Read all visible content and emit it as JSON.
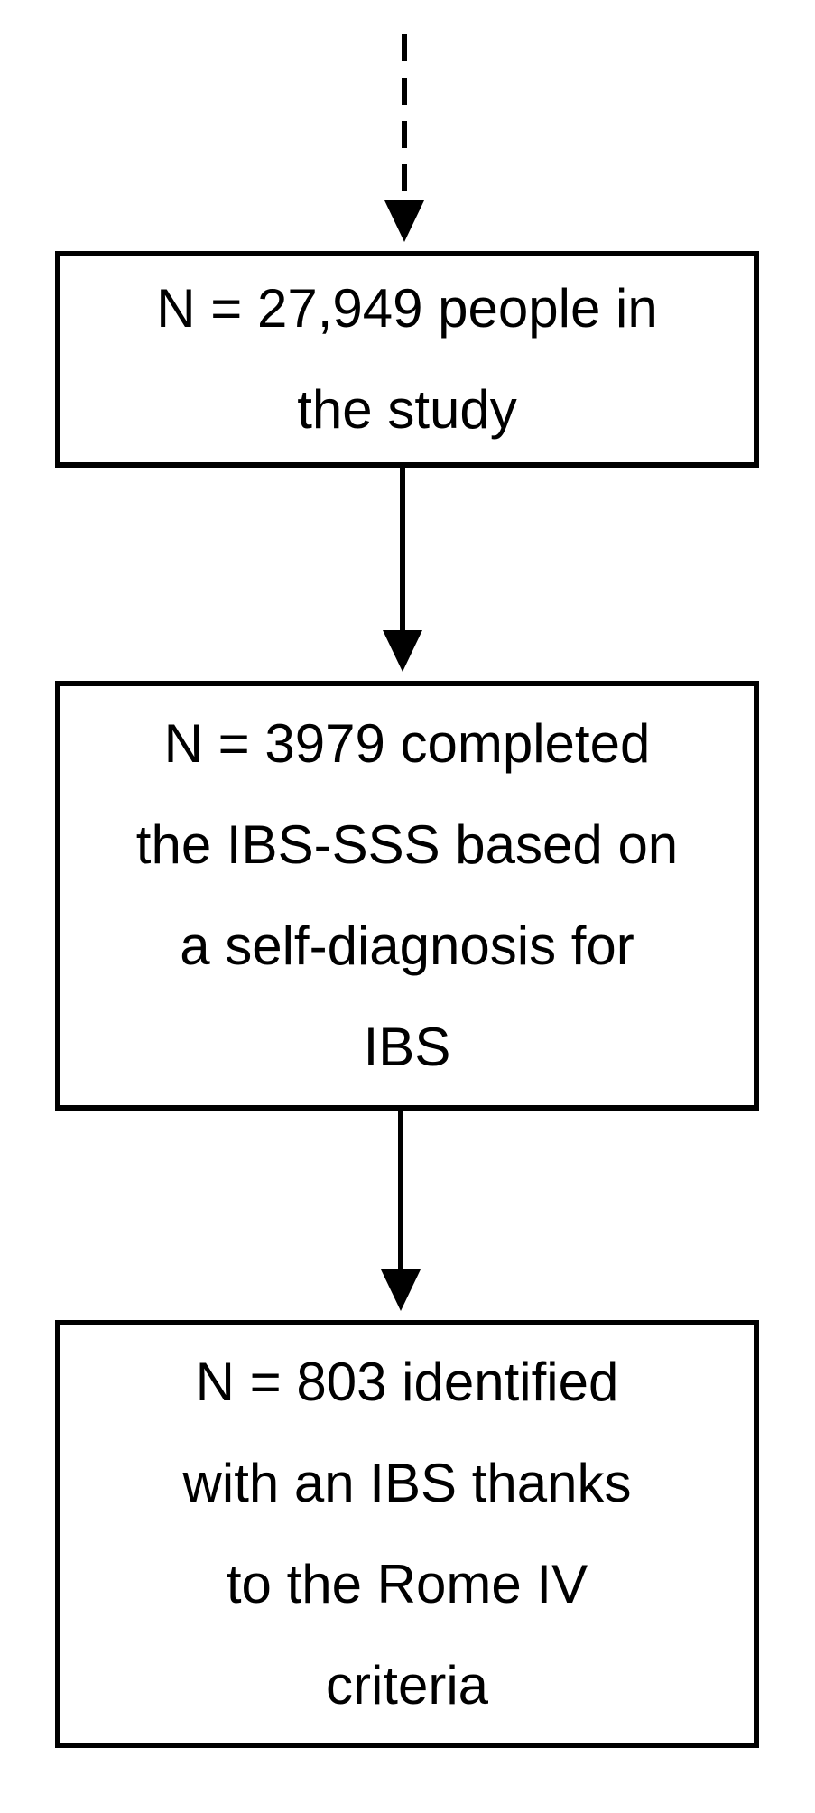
{
  "diagram": {
    "type": "flowchart",
    "text_color": "#000000",
    "line_color": "#000000",
    "incoming_arrow_style": "dashed",
    "boxes": [
      {
        "id": "study",
        "lines": [
          "N = 27,949 people in",
          "the study"
        ]
      },
      {
        "id": "completed",
        "lines": [
          "N = 3979 completed",
          "the IBS-SSS based on",
          "a self-diagnosis for",
          "IBS"
        ]
      },
      {
        "id": "rome",
        "lines": [
          "N = 803 identified",
          "with an IBS thanks",
          "to the Rome IV",
          "criteria"
        ]
      }
    ]
  }
}
